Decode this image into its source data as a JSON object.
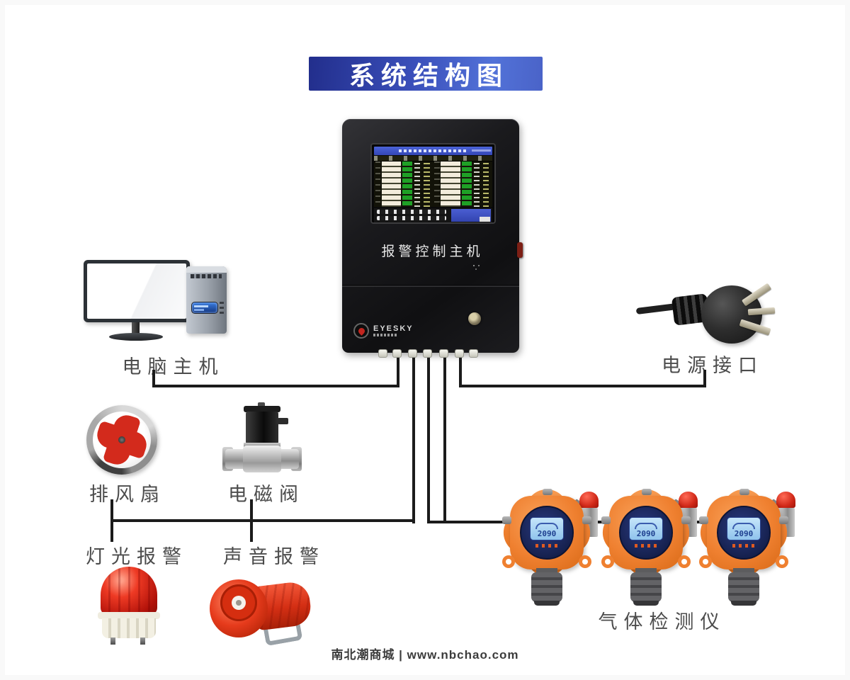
{
  "title": "系统结构图",
  "footer": "南北潮商城 | www.nbchao.com",
  "colors": {
    "banner_blue_dark": "#222e8c",
    "banner_blue_light": "#5272d8",
    "wire_black": "#1b1b1b",
    "label_gray": "#4c4c4c",
    "detector_orange": "#ef8030",
    "alarm_red": "#d02818",
    "screen_header_blue": "#4459cf"
  },
  "nodes": {
    "controller": {
      "label": "报警控制主机",
      "brand": "EYESKY"
    },
    "computer": {
      "label": "电脑主机"
    },
    "power": {
      "label": "电源接口"
    },
    "fan": {
      "label": "排风扇"
    },
    "valve": {
      "label": "电磁阀"
    },
    "light_alarm": {
      "label": "灯光报警"
    },
    "sound_alarm": {
      "label": "声音报警"
    },
    "gas_detectors": {
      "label": "气体检测仪",
      "count": 3,
      "lcd_value": "2090"
    }
  },
  "connections": [
    {
      "from": "controller",
      "to": "computer"
    },
    {
      "from": "controller",
      "to": "power"
    },
    {
      "from": "controller",
      "to": "actuator-bus"
    },
    {
      "from": "actuator-bus",
      "to": "fan"
    },
    {
      "from": "actuator-bus",
      "to": "valve"
    },
    {
      "from": "actuator-bus",
      "to": "light_alarm"
    },
    {
      "from": "actuator-bus",
      "to": "sound_alarm"
    },
    {
      "from": "controller",
      "to": "gas_detectors"
    }
  ]
}
